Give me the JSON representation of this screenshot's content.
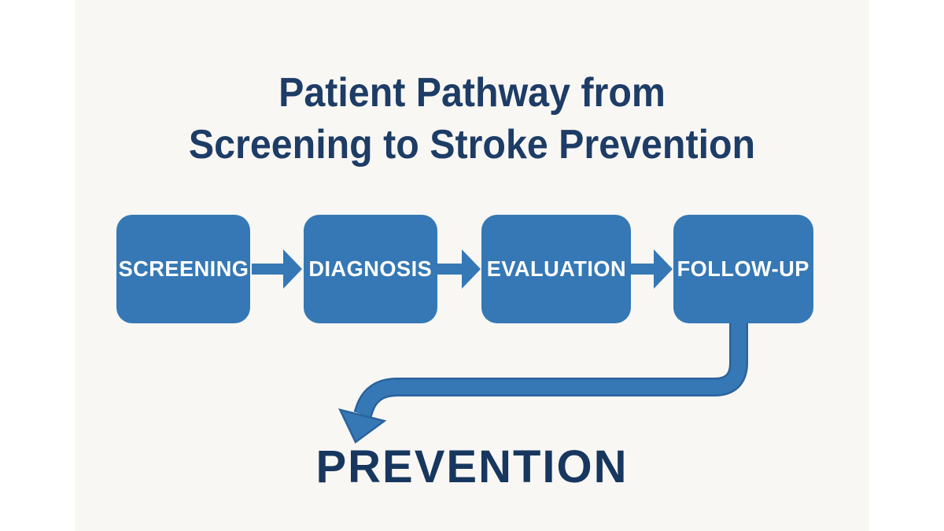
{
  "page": {
    "background": "#ffffff",
    "panel_background": "#f9f7f4"
  },
  "colors": {
    "box_fill": "#3578b5",
    "connector_fill": "#3578b5",
    "elbow_outline": "#2b639c",
    "title_text": "#1d3c66",
    "outcome_text": "#17375f",
    "box_text": "#ffffff"
  },
  "title": {
    "line1": "Patient Pathway from",
    "line2": "Screening to Stroke Prevention"
  },
  "pathway": {
    "steps": [
      "SCREENING",
      "DIAGNOSIS",
      "EVALUATION",
      "FOLLOW-UP"
    ],
    "outcome": "PREVENTION"
  }
}
